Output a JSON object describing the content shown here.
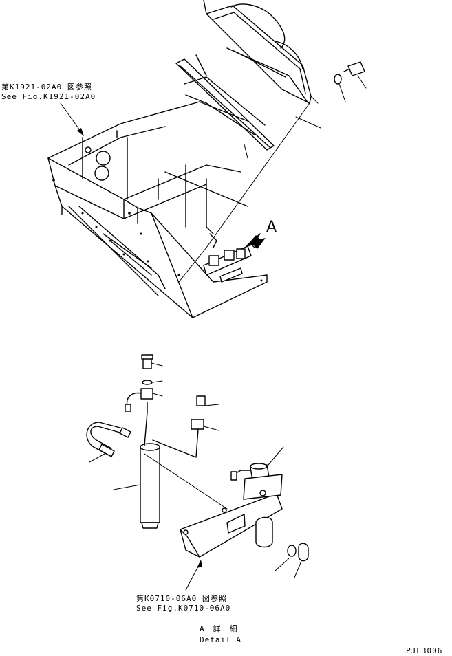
{
  "references": {
    "top_jp": "第K1921-02A0 図参照",
    "top_en": "See Fig.K1921-02A0",
    "bottom_jp": "第K0710-06A0 図参照",
    "bottom_en": "See Fig.K0710-06A0"
  },
  "view_marker": "A",
  "detail": {
    "title_jp": "A　詳　細",
    "title_en": "Detail A"
  },
  "drawing_code": "PJL3006"
}
